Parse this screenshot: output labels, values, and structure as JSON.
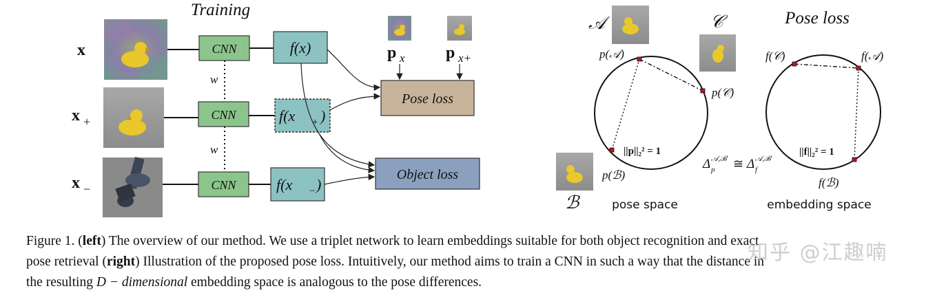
{
  "left": {
    "title": "Training",
    "inputs": [
      {
        "symbol": "x",
        "sub": ""
      },
      {
        "symbol": "x",
        "sub": "+"
      },
      {
        "symbol": "x",
        "sub": "−"
      }
    ],
    "cnn_label": "CNN",
    "weight_label": "w",
    "features": [
      "f(x)",
      "f(x",
      "f(x"
    ],
    "feature_subs": [
      "",
      "+",
      "−"
    ],
    "pose_refs": [
      {
        "symbol": "p",
        "sub": "x"
      },
      {
        "symbol": "p",
        "sub": "x+"
      }
    ],
    "pose_loss": "Pose loss",
    "object_loss": "Object loss",
    "colors": {
      "cnn": "#8cc58c",
      "feature": "#8cc2c2",
      "pose_loss": "#c8b49a",
      "object_loss": "#8aa0be"
    }
  },
  "right": {
    "title": "Pose loss",
    "points": {
      "A": "𝒜",
      "B": "ℬ",
      "C": "𝒞"
    },
    "pose_labels": {
      "A": "p(𝒜)",
      "B": "p(ℬ)",
      "C": "p(𝒞)"
    },
    "emb_labels": {
      "A": "f(𝒜)",
      "B": "f(ℬ)",
      "C": "f(𝒞)"
    },
    "pose_norm": "||p||₂² = 1",
    "emb_norm": "||f||₂² = 1",
    "delta_p": "Δ",
    "delta_p_sub": "p",
    "delta_sup": "𝒜,ℬ",
    "approx": "≅",
    "delta_f": "Δ",
    "delta_f_sub": "f",
    "pose_space": "pose space",
    "embedding_space": "embedding space"
  },
  "caption": {
    "figure": "Figure 1. (",
    "left": "left",
    "part1": ") The overview of our method.  We use a triplet network to learn embeddings suitable for both object recognition and exact",
    "line2_a": "pose retrieval (",
    "right": "right",
    "line2_b": ") Illustration of the proposed pose loss. Intuitively, our method aims to train a CNN in such a way that the distance in",
    "line3_a": "the resulting ",
    "line3_math": "D − dimensional",
    "line3_b": " embedding space is analogous to the pose differences."
  },
  "watermark": "知乎 @江趣喃"
}
